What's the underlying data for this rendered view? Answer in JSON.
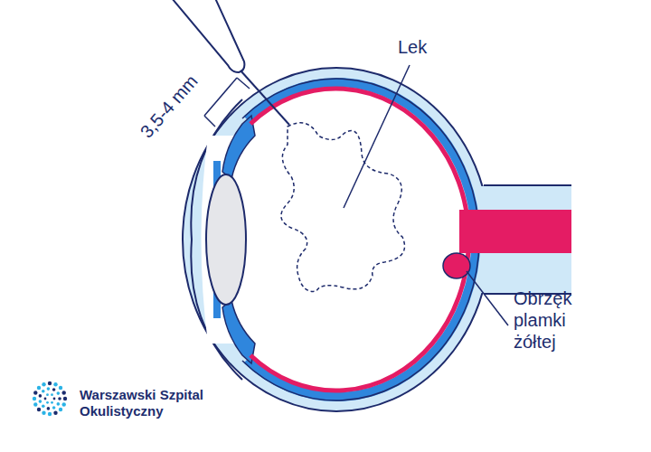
{
  "diagram": {
    "labels": [
      "3,5-4 mm",
      "Lek",
      "Obrzęk plamki żółtej",
      "Warszawski Szpital Okulistyczny"
    ]
  }
}
